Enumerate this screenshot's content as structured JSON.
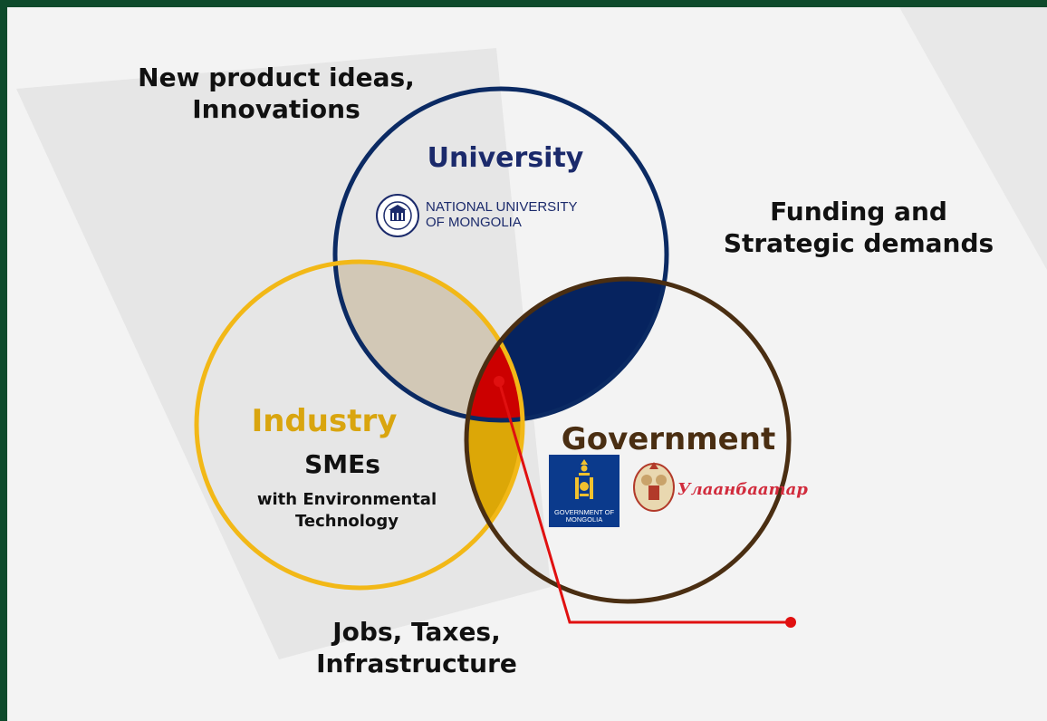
{
  "annotations": {
    "top_left": [
      "New product ideas,",
      "Innovations"
    ],
    "right": [
      "Funding and",
      "Strategic demands"
    ],
    "bottom": [
      "Jobs, Taxes,",
      "Infrastructure"
    ]
  },
  "circles": {
    "university": {
      "title": "University",
      "logo_lines": [
        "NATIONAL UNIVERSITY",
        "OF MONGOLIA"
      ],
      "color": "#0b2a63"
    },
    "industry": {
      "title": "Industry",
      "subtitle": "SMEs",
      "desc": [
        "with Environmental",
        "Technology"
      ],
      "color": "#f2b817"
    },
    "government": {
      "title": "Government",
      "logo_caption": [
        "GOVERNMENT OF",
        "MONGOLIA"
      ],
      "city_logo": "Улаанбаатар",
      "color": "#4a2e12"
    }
  },
  "colors": {
    "overlap_uni_ind": "#d2c8b6",
    "overlap_uni_gov": "#06235f",
    "overlap_ind_gov": "#dca707",
    "center": "#cc0000",
    "pointer": "#e01010",
    "frame": "#0e4a2b"
  },
  "icons": [
    "nmu-seal-icon",
    "mongolia-emblem-icon",
    "ulaanbaatar-crest-icon"
  ]
}
